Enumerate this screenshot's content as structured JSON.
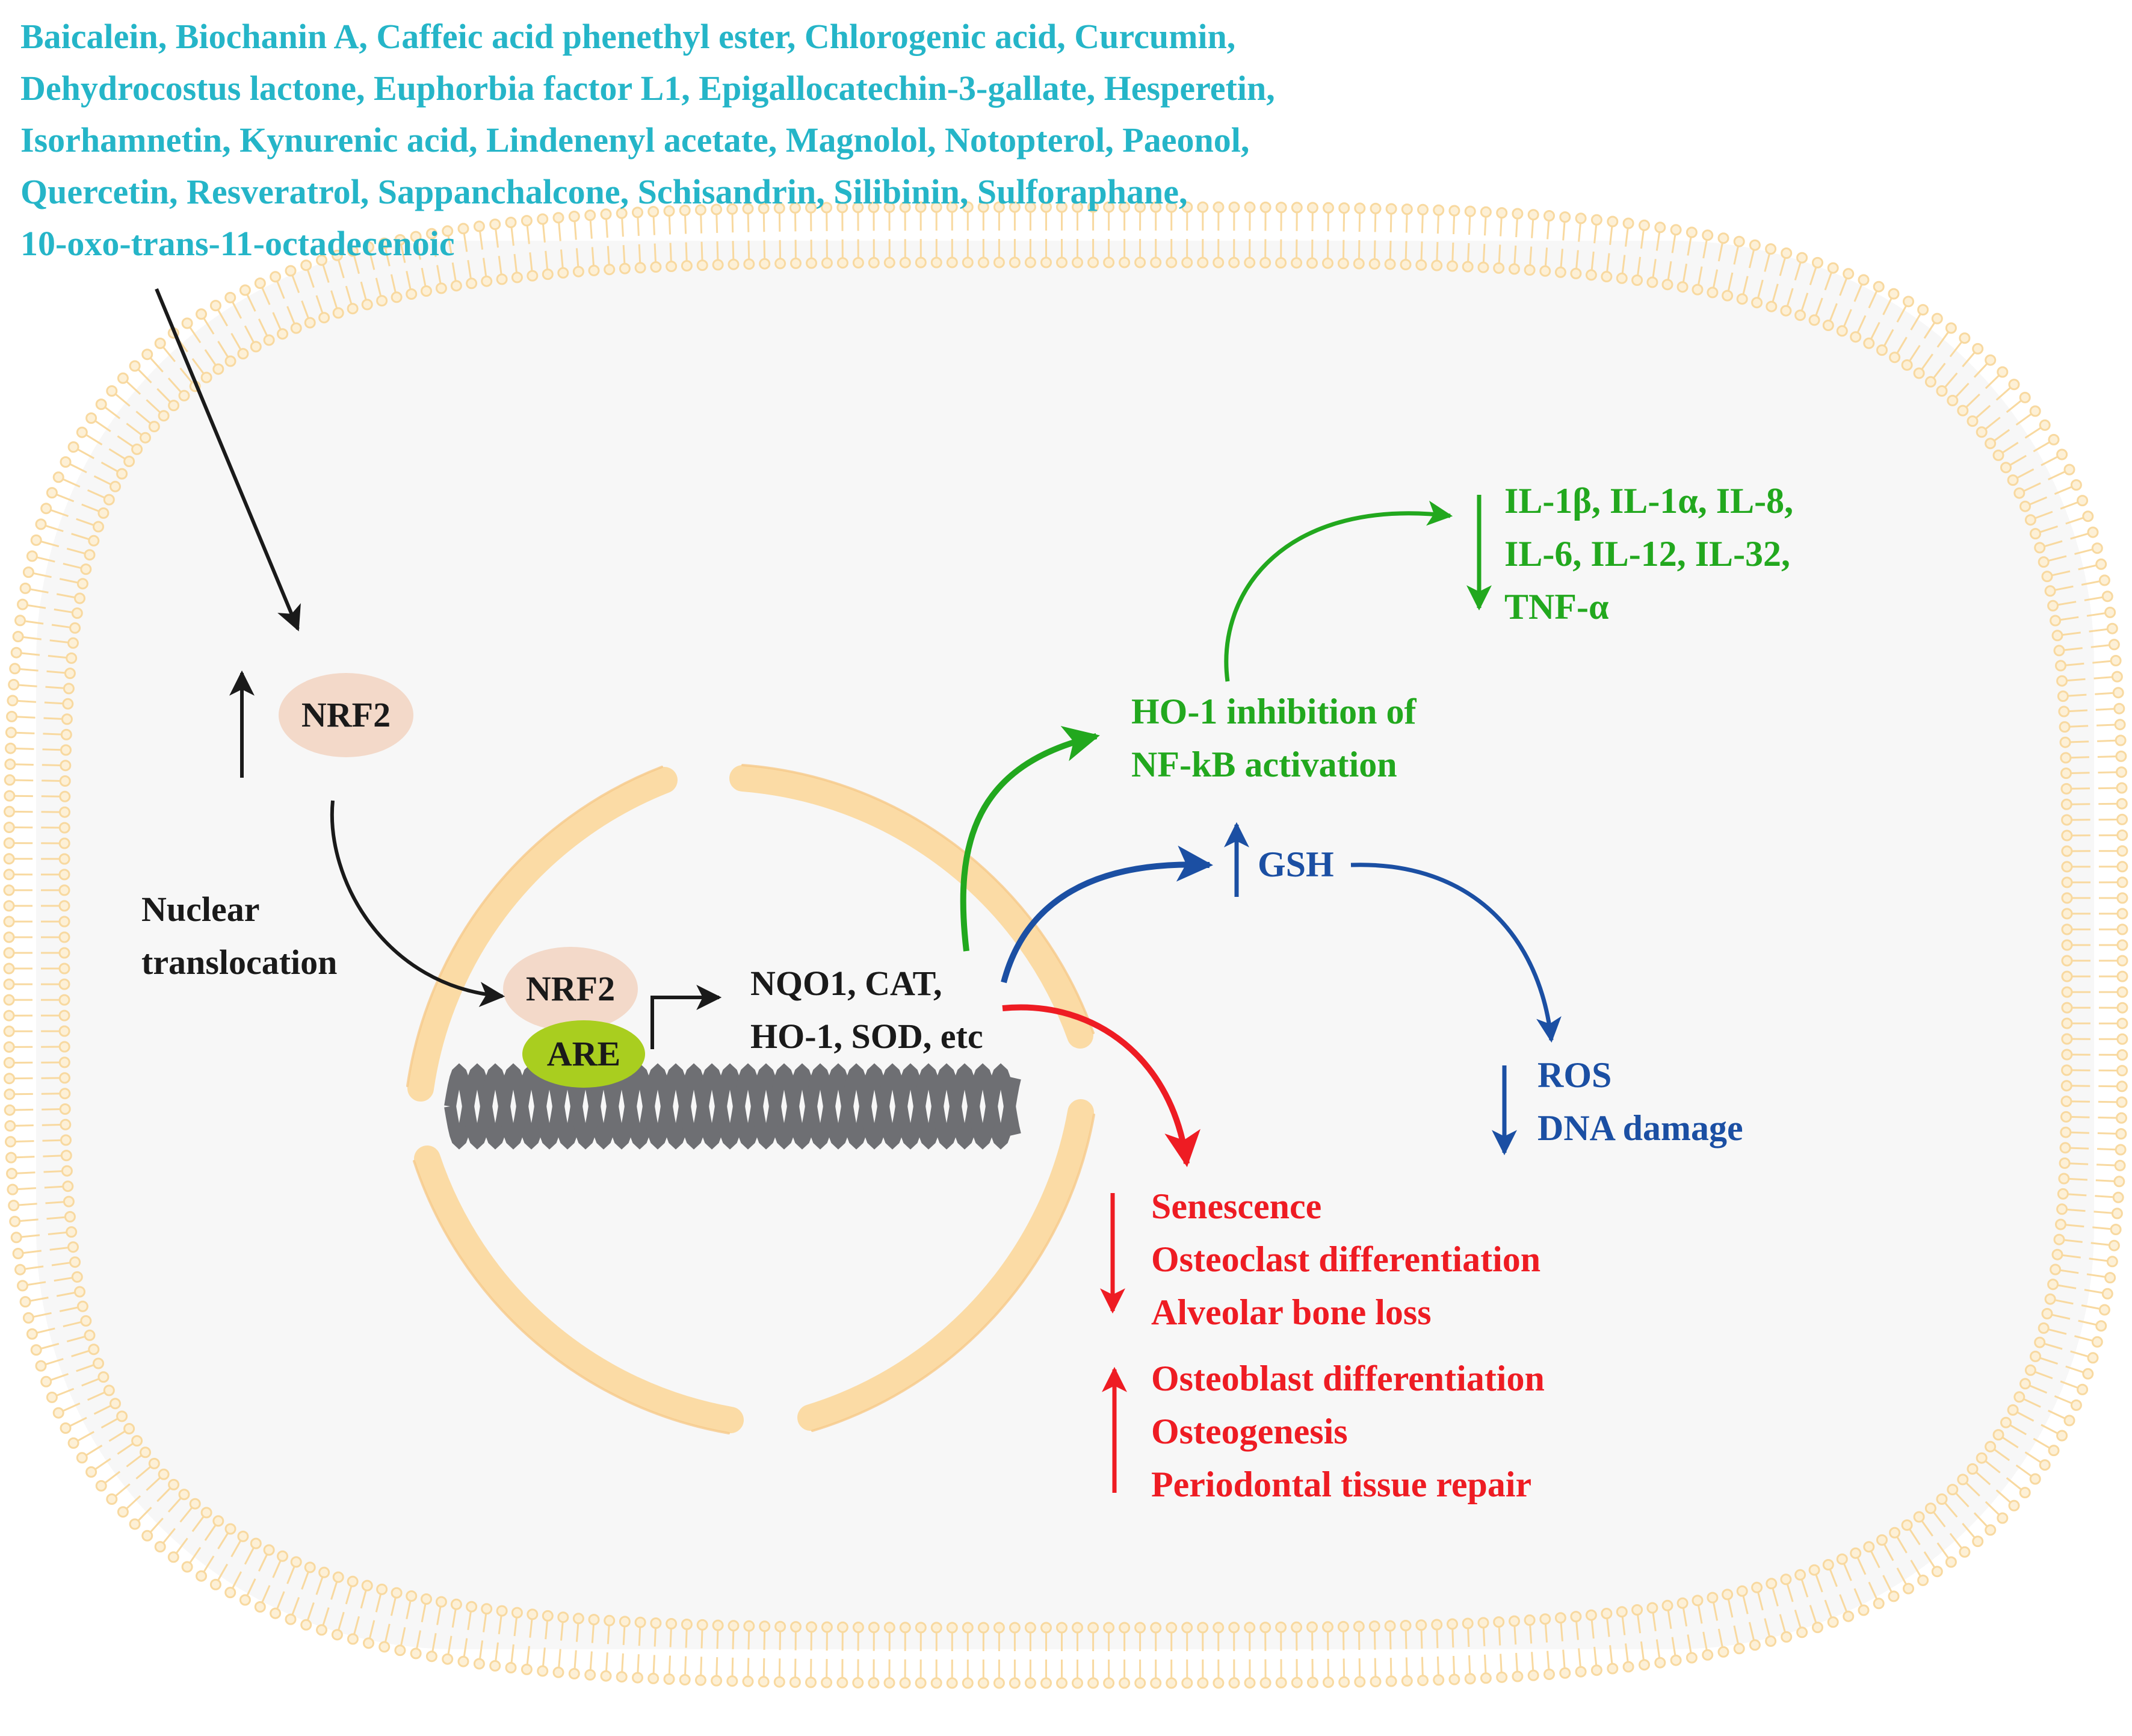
{
  "compounds": {
    "lines": [
      "Baicalein, Biochanin A, Caffeic acid phenethyl ester, Chlorogenic acid, Curcumin,",
      "Dehydrocostus lactone, Euphorbia factor L1, Epigallocatechin-3-gallate, Hesperetin,",
      "Isorhamnetin, Kynurenic acid, Lindenenyl acetate, Magnolol, Notopterol, Paeonol,",
      "Quercetin, Resveratrol, Sappanchalcone, Schisandrin, Silibinin, Sulforaphane,",
      "10-oxo-trans-11-octadecenoic"
    ]
  },
  "cytoplasm": {
    "nrf2": "NRF2",
    "translocation_line1": "Nuclear",
    "translocation_line2": "translocation"
  },
  "nucleus": {
    "nrf2": "NRF2",
    "are": "ARE",
    "genes_line1": "NQO1, CAT,",
    "genes_line2": "HO-1, SOD, etc"
  },
  "inflammation": {
    "ho1_line1": "HO-1 inhibition of",
    "ho1_line2": "NF-kB activation",
    "cytokines_line1": "IL-1β, IL-1α, IL-8,",
    "cytokines_line2": "IL-6, IL-12, IL-32,",
    "cytokines_line3": "TNF-α"
  },
  "oxidative": {
    "gsh": "GSH",
    "ros": "ROS",
    "dna": "DNA damage"
  },
  "bone": {
    "down_items": [
      "Senescence",
      "Osteoclast differentiation",
      "Alveolar bone loss"
    ],
    "up_items": [
      "Osteoblast differentiation",
      "Osteogenesis",
      "Periodontal tissue repair"
    ]
  },
  "colors": {
    "compounds": "#25b5c8",
    "membrane": "#f8d9a0",
    "nucleus_envelope": "#fbdba5",
    "nrf2_bubble": "#f3d9c9",
    "are_badge": "#a9ce1f",
    "dna": "#6e6f73",
    "inflammation": "#22a81e",
    "oxidative": "#1b4fa3",
    "bone": "#ee1c23",
    "text": "#1a1a1a"
  }
}
